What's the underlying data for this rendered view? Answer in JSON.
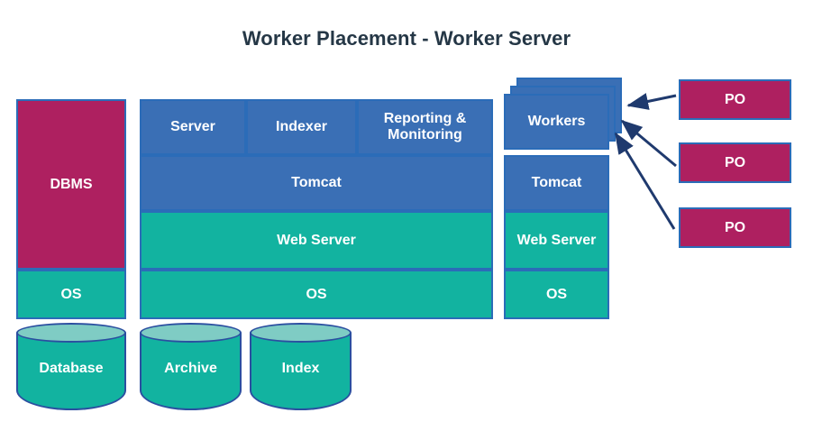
{
  "title": "Worker Placement - Worker Server",
  "colors": {
    "blue": "#3a6fb5",
    "teal": "#12b3a0",
    "magenta": "#ae2060",
    "border": "#2b6cb8",
    "cylinder_top": "#7fccc4",
    "cylinder_border": "#2b4fa0",
    "arrow": "#1f3a6e",
    "title_text": "#253746",
    "background": "#ffffff"
  },
  "db_column": {
    "dbms": "DBMS",
    "os": "OS",
    "cylinder": "Database"
  },
  "app_column": {
    "tier_top": [
      {
        "label": "Server"
      },
      {
        "label": "Indexer"
      },
      {
        "label": "Reporting & Monitoring"
      }
    ],
    "tomcat": "Tomcat",
    "web_server": "Web Server",
    "os": "OS",
    "cylinders": [
      {
        "label": "Archive"
      },
      {
        "label": "Index"
      }
    ]
  },
  "worker_column": {
    "workers": "Workers",
    "tomcat": "Tomcat",
    "web_server": "Web Server",
    "os": "OS",
    "stack_depth": 3
  },
  "po_boxes": [
    {
      "label": "PO"
    },
    {
      "label": "PO"
    },
    {
      "label": "PO"
    }
  ]
}
